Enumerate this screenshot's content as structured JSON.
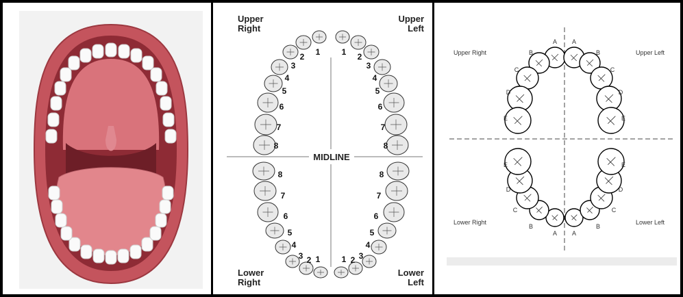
{
  "panel2": {
    "upper_right": [
      "Upper",
      "Right"
    ],
    "upper_left": [
      "Upper",
      "Left"
    ],
    "lower_right": [
      "Lower",
      "Right"
    ],
    "lower_left": [
      "Lower",
      "Left"
    ],
    "midline": "MIDLINE",
    "tooth_numbers": [
      "1",
      "2",
      "3",
      "4",
      "5",
      "6",
      "7",
      "8"
    ]
  },
  "panel3": {
    "upper_right": "Upper Right",
    "upper_left": "Upper Left",
    "lower_right": "Lower Right",
    "lower_left": "Lower Left",
    "tooth_letters": [
      "A",
      "B",
      "C",
      "D",
      "E"
    ]
  }
}
